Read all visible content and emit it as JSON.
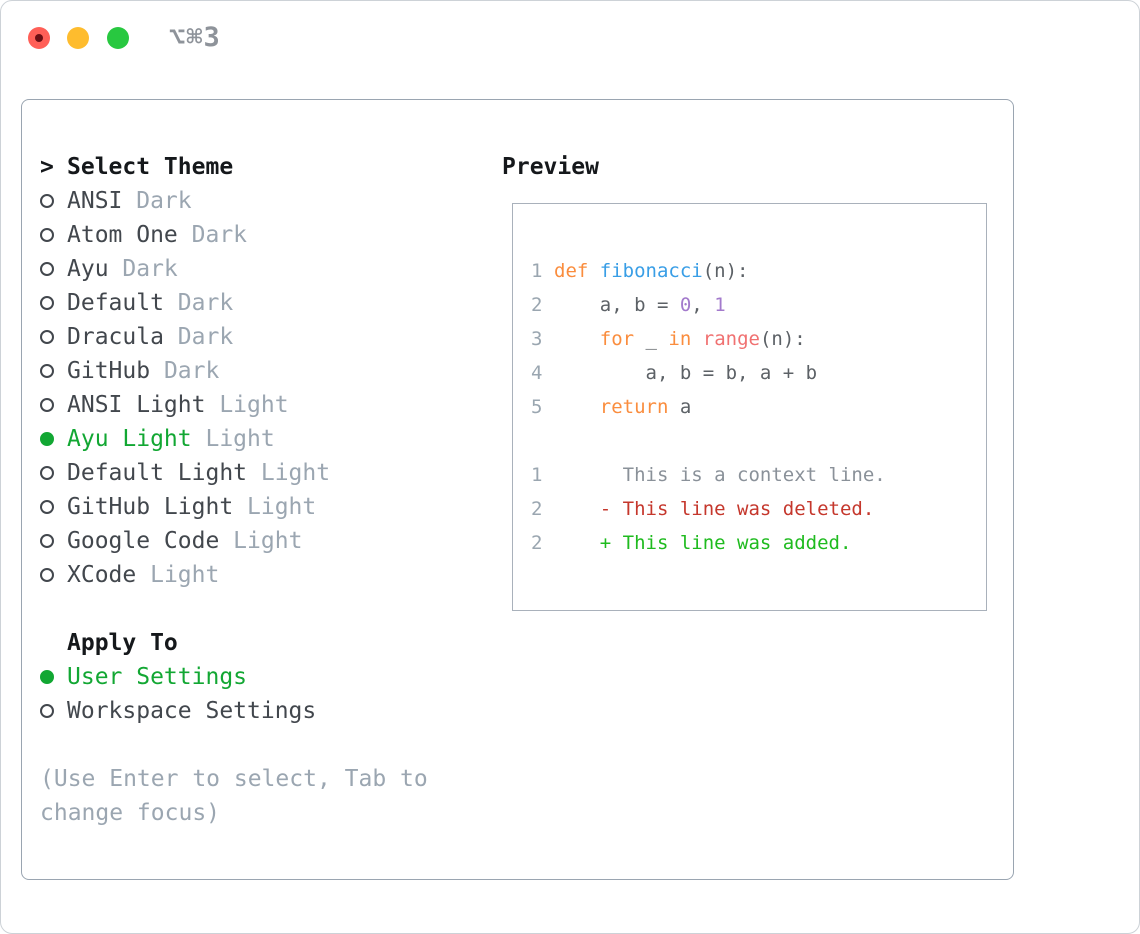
{
  "window": {
    "shortcut_label": "⌥⌘3",
    "traffic_buttons": [
      "close",
      "minimize",
      "zoom"
    ]
  },
  "colors": {
    "selected_green": "#12a733",
    "keyword_orange": "#fa8d3e",
    "function_blue": "#399ee6",
    "number_purple": "#a37acc",
    "call_coral": "#f07171",
    "code_foreground": "#5c6166",
    "muted_gray": "#9ba6b1",
    "diff_red": "#c5372c",
    "diff_green": "#1fbb1f",
    "traffic_red": "#ff5f57",
    "traffic_yellow": "#febc2e",
    "traffic_green": "#28c840"
  },
  "theme_selector": {
    "prompt": ">",
    "title": "Select Theme",
    "items": [
      {
        "name": "ANSI",
        "variant": "Dark",
        "selected": false
      },
      {
        "name": "Atom One",
        "variant": "Dark",
        "selected": false
      },
      {
        "name": "Ayu",
        "variant": "Dark",
        "selected": false
      },
      {
        "name": "Default",
        "variant": "Dark",
        "selected": false
      },
      {
        "name": "Dracula",
        "variant": "Dark",
        "selected": false
      },
      {
        "name": "GitHub",
        "variant": "Dark",
        "selected": false
      },
      {
        "name": "ANSI Light",
        "variant": "Light",
        "selected": false
      },
      {
        "name": "Ayu Light",
        "variant": "Light",
        "selected": true
      },
      {
        "name": "Default Light",
        "variant": "Light",
        "selected": false
      },
      {
        "name": "GitHub Light",
        "variant": "Light",
        "selected": false
      },
      {
        "name": "Google Code",
        "variant": "Light",
        "selected": false
      },
      {
        "name": "XCode",
        "variant": "Light",
        "selected": false
      }
    ]
  },
  "apply_to": {
    "title": "Apply To",
    "options": [
      {
        "label": "User Settings",
        "selected": true
      },
      {
        "label": "Workspace Settings",
        "selected": false
      }
    ]
  },
  "hint": {
    "lines": [
      "(Use Enter to select, Tab to",
      "change focus)"
    ]
  },
  "preview": {
    "title": "Preview",
    "lines": [
      {
        "num": "1",
        "segments": [
          [
            "def ",
            "kw"
          ],
          [
            "fibonacci",
            "fn"
          ],
          [
            "(n):",
            "fg"
          ]
        ]
      },
      {
        "num": "2",
        "segments": [
          [
            "    a, b = ",
            "fg"
          ],
          [
            "0",
            "num"
          ],
          [
            ", ",
            "fg"
          ],
          [
            "1",
            "num"
          ]
        ]
      },
      {
        "num": "3",
        "segments": [
          [
            "    ",
            "fg"
          ],
          [
            "for",
            "kw"
          ],
          [
            " _ ",
            "fg"
          ],
          [
            "in",
            "kw"
          ],
          [
            " ",
            "fg"
          ],
          [
            "range",
            "call"
          ],
          [
            "(n):",
            "fg"
          ]
        ]
      },
      {
        "num": "4",
        "segments": [
          [
            "        a, b = b, a + b",
            "fg"
          ]
        ]
      },
      {
        "num": "5",
        "segments": [
          [
            "    ",
            "fg"
          ],
          [
            "return",
            "kw"
          ],
          [
            " a",
            "fg"
          ]
        ]
      },
      {
        "num": "",
        "segments": []
      },
      {
        "num": "1",
        "segments": [
          [
            "      This is a context line.",
            "ctx"
          ]
        ]
      },
      {
        "num": "2",
        "segments": [
          [
            "    - This line was deleted.",
            "del"
          ]
        ]
      },
      {
        "num": "2",
        "segments": [
          [
            "    + This line was added.",
            "add"
          ]
        ]
      }
    ]
  }
}
